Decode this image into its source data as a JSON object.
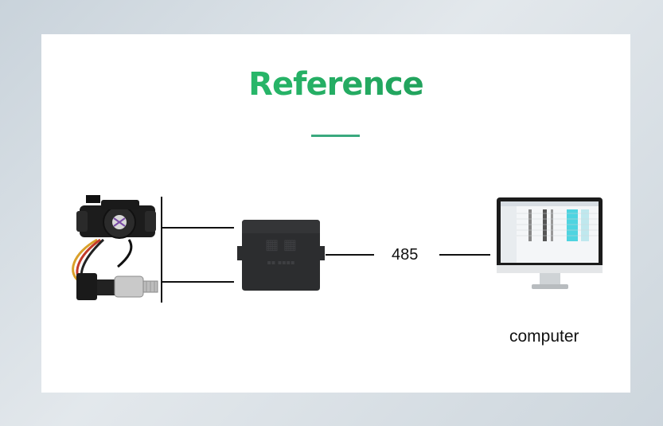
{
  "title": "Reference",
  "bus_label": "485",
  "computer_label": "computer",
  "colors": {
    "title_start": "#2fcf78",
    "title_end": "#1a8a4e",
    "underline": "#3aa97e",
    "line": "#111111",
    "module": "#2c2d2f"
  },
  "nodes": [
    {
      "id": "sensors",
      "icon": "flow-sensor-and-pressure-sensor-icon"
    },
    {
      "id": "converter",
      "icon": "rs485-module-icon"
    },
    {
      "id": "computer",
      "icon": "monitor-icon"
    }
  ]
}
